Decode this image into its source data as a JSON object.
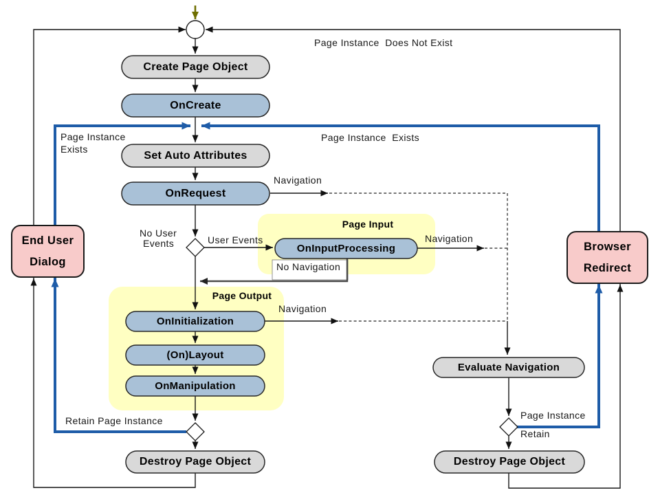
{
  "colors": {
    "node_gray": "#D9D9D9",
    "node_blue": "#A9C1D7",
    "region_yellow": "#FFFFC2",
    "dialog_pink": "#F8CBCA",
    "flow_blue": "#1E5CA8",
    "start_olive": "#6E6E00",
    "line_black": "#151515",
    "no_nav_gray": "#4A4A4A"
  },
  "nodes": {
    "create_page_object": "Create Page Object",
    "on_create": "OnCreate",
    "set_auto_attributes": "Set Auto Attributes",
    "on_request": "OnRequest",
    "on_input_processing": "OnInputProcessing",
    "on_initialization": "OnInitialization",
    "on_layout": "(On)Layout",
    "on_manipulation": "OnManipulation",
    "evaluate_navigation": "Evaluate Navigation",
    "destroy_page_object_left": "Destroy Page Object",
    "destroy_page_object_right": "Destroy Page Object",
    "end_user_dialog_line1": "End User",
    "end_user_dialog_line2": "Dialog",
    "browser_redirect_line1": "Browser",
    "browser_redirect_line2": "Redirect"
  },
  "regions": {
    "page_input": "Page Input",
    "page_output": "Page Output"
  },
  "labels": {
    "page_instance_does_not_exist": "Page Instance  Does Not Exist",
    "page_instance_exists_left_line1": "Page Instance",
    "page_instance_exists_left_line2": "Exists",
    "page_instance_exists_right": "Page Instance  Exists",
    "navigation_onrequest": "Navigation",
    "navigation_oninput": "Navigation",
    "navigation_oninit": "Navigation",
    "no_user_events_line1": "No User",
    "no_user_events_line2": "Events",
    "user_events": "User Events",
    "no_navigation": "No Navigation",
    "retain_page_instance": "Retain Page Instance",
    "page_instance_retain_line1": "Page Instance",
    "page_instance_retain_line2": "Retain"
  }
}
